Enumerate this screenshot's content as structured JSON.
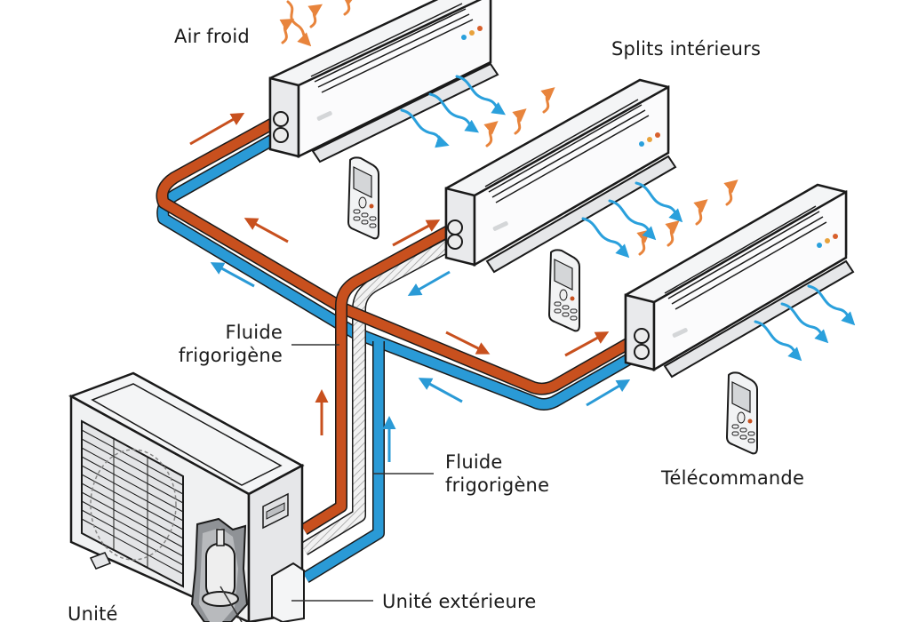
{
  "diagram": {
    "title": "Climatisation multi-split",
    "colors": {
      "hot_pipe": "#c8501e",
      "cold_pipe": "#2a9ad6",
      "warm_air": "#e8843c",
      "cold_air": "#2aa0dc",
      "outline": "#1a1a1a",
      "unit_body": "#f4f5f6",
      "insulation": "#d8d8d8"
    },
    "labels": {
      "cold_air": "Air froid",
      "indoor_units": "Splits intérieurs",
      "refrigerant_left_line1": "Fluide",
      "refrigerant_left_line2": "frigorigène",
      "refrigerant_right_line1": "Fluide",
      "refrigerant_right_line2": "frigorigène",
      "remote": "Télécommande",
      "outdoor_unit": "Unité extérieure",
      "outdoor_unit_partial": "Unité"
    },
    "components": [
      {
        "id": "indoor-unit-1",
        "type": "indoor split unit",
        "indicator_leds": [
          "#2aa0dc",
          "#e8a23c",
          "#d8602c"
        ]
      },
      {
        "id": "indoor-unit-2",
        "type": "indoor split unit",
        "indicator_leds": [
          "#2aa0dc",
          "#e8a23c",
          "#d8602c"
        ]
      },
      {
        "id": "indoor-unit-3",
        "type": "indoor split unit",
        "indicator_leds": [
          "#2aa0dc",
          "#e8a23c",
          "#d8602c"
        ]
      },
      {
        "id": "remote-1",
        "type": "remote control"
      },
      {
        "id": "remote-2",
        "type": "remote control"
      },
      {
        "id": "remote-3",
        "type": "remote control"
      },
      {
        "id": "outdoor-unit",
        "type": "outdoor condenser with compressor cutaway"
      }
    ],
    "flows": [
      {
        "pipe": "hot",
        "meaning": "refrigerant line (red)"
      },
      {
        "pipe": "cold",
        "meaning": "refrigerant line (blue)"
      }
    ]
  }
}
